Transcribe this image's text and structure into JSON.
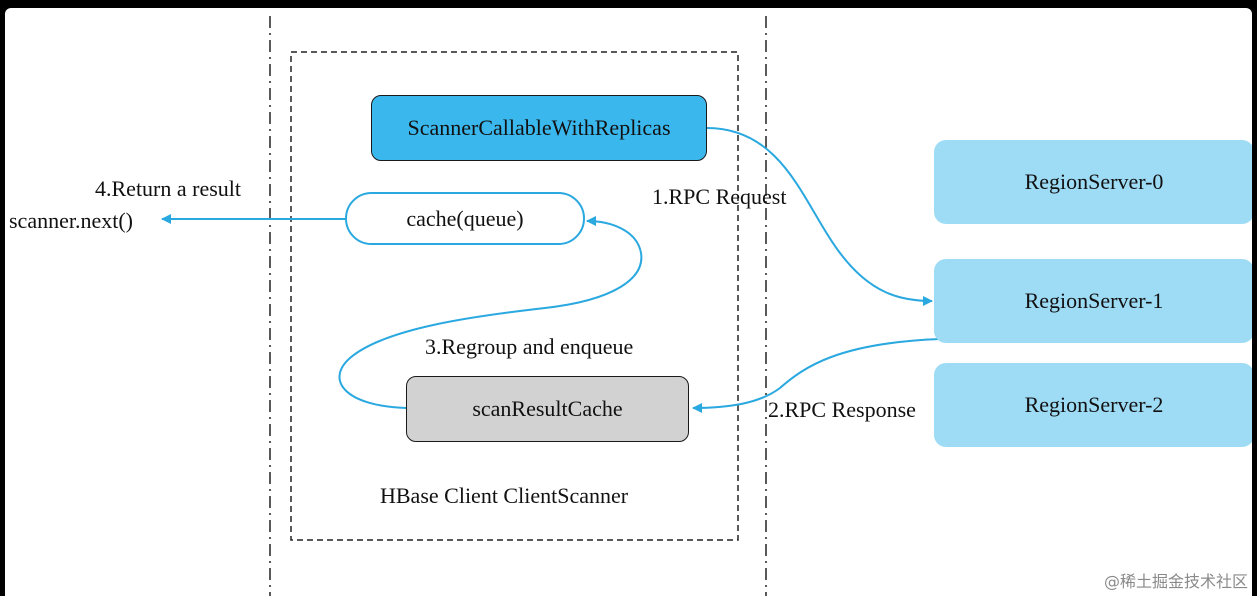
{
  "boxes": {
    "scanner_callable": "ScannerCallableWithReplicas",
    "cache_queue": "cache(queue)",
    "scan_result_cache": "scanResultCache",
    "region_servers": [
      "RegionServer-0",
      "RegionServer-1",
      "RegionServer-2"
    ]
  },
  "labels": {
    "return_result": "4.Return a result",
    "scanner_next": "scanner.next()",
    "rpc_request": "1.RPC Request",
    "regroup": "3.Regroup and enqueue",
    "rpc_response": "2.RPC Response",
    "container": "HBase Client ClientScanner"
  },
  "watermark": "@稀土掘金技术社区",
  "colors": {
    "arrow": "#2aa8e0",
    "scanner_box": "#3ab8ee",
    "region_server": "#9edcf6",
    "scan_result_box": "#d2d2d2",
    "frame_background": "#000000"
  }
}
